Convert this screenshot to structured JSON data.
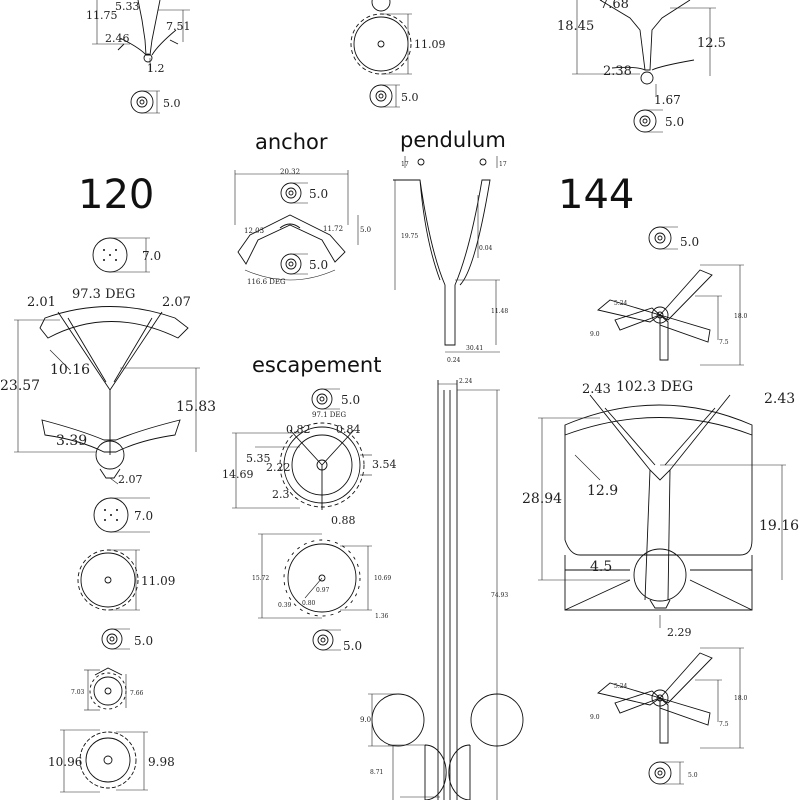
{
  "section_titles": {
    "anchor": "anchor",
    "pendulum": "pendulum",
    "escapement": "escapement",
    "count_left": "120",
    "count_right": "144"
  },
  "top_strip": {
    "left_anchor": {
      "d1": "5.33",
      "d2": "11.75",
      "d3": "7.51",
      "d4": "2.46",
      "d5": "1.2"
    },
    "left_spacer": "5.0",
    "center_gear": "11.09",
    "center_spacer": "5.0",
    "right_anchor": {
      "d1": "7.68",
      "d2": "18.45",
      "d3": "12.5",
      "d4": "2.38",
      "d5": "1.67"
    },
    "right_spacer": "5.0"
  },
  "anchor": {
    "width": "20.32",
    "spacer_top": "5.0",
    "left": "12.03",
    "right": "11.72",
    "side": "5.0",
    "spacer_bottom": "5.0",
    "angle": "116.6 DEG"
  },
  "pendulum": {
    "top_left": "17",
    "top_right": "17",
    "left_height": "19.75",
    "right_small": "0.04",
    "stem": "11.48",
    "width": "30.41",
    "tip": "0.24",
    "rod_top": "2.24",
    "rod_length": "74.93",
    "bob": "9.0",
    "bob_half": "8.71"
  },
  "escapement": {
    "spacer_top": "5.0",
    "angle": "97.1 DEG",
    "a": "0.82",
    "b": "0.84",
    "c": "5.35",
    "d": "2.22",
    "e": "3.54",
    "f": "14.69",
    "g": "2.3",
    "h": "0.88",
    "wheel_outer": "15.72",
    "wheel_inner": "10.69",
    "wheel_r": "0.97",
    "tooth": "0.39",
    "tooth2": "0.80",
    "hub": "1.36",
    "spacer_bottom": "5.0"
  },
  "left_column": {
    "top_spacer": "7.0",
    "yoke": {
      "angle": "97.3 DEG",
      "left": "2.01",
      "right": "2.07",
      "height": "23.57",
      "inner": "10.16",
      "arm": "15.83",
      "hub": "3.39",
      "pin": "2.07"
    },
    "spacer2": "7.0",
    "gear": "11.09",
    "spacer3": "5.0",
    "small_gear": {
      "a": "7.03",
      "b": "7.66"
    },
    "bead_wheel": {
      "a": "10.96",
      "b": "9.98"
    }
  },
  "right_column": {
    "top_spacer": "5.0",
    "star_top": {
      "a": "5.24",
      "b": "18.0",
      "c": "9.0",
      "d": "7.5"
    },
    "yoke": {
      "angle": "102.3 DEG",
      "left": "2.43",
      "right": "2.43",
      "height": "28.94",
      "inner": "12.9",
      "arm": "19.16",
      "hub": "4.5",
      "pin": "2.29"
    },
    "star_bottom": {
      "a": "5.24",
      "b": "18.0",
      "c": "9.0",
      "d": "7.5"
    },
    "bottom_spacer": "5.0"
  }
}
